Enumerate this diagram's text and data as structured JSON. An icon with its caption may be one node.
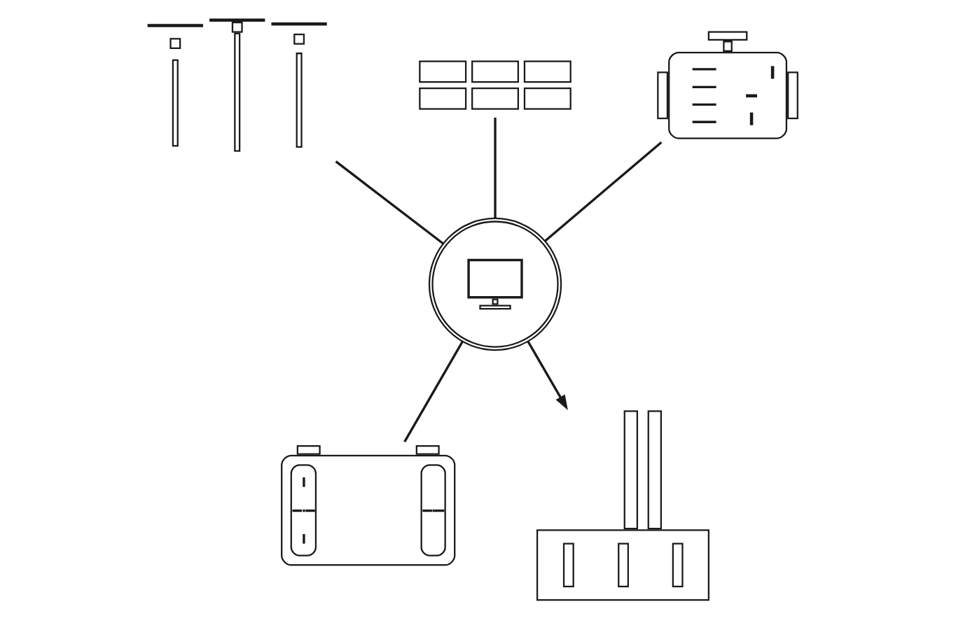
{
  "diagram": {
    "nodes": [
      {
        "text": [],
        "shape": "picture"
      },
      {
        "text": [],
        "shape": "picture"
      },
      {
        "text": [],
        "shape": "picture"
      },
      {
        "text": [],
        "shape": "picture"
      },
      {
        "text": [],
        "shape": "picture"
      },
      {
        "text": [],
        "shape": "picture"
      }
    ],
    "edges": [
      {
        "from": 0,
        "to": 3,
        "arrow": "none"
      },
      {
        "from": 1,
        "to": 3,
        "arrow": "none"
      },
      {
        "from": 2,
        "to": 3,
        "arrow": "none"
      },
      {
        "from": 3,
        "to": 4,
        "arrow": "none"
      },
      {
        "from": 3,
        "to": 5,
        "arrow": "to"
      }
    ]
  }
}
